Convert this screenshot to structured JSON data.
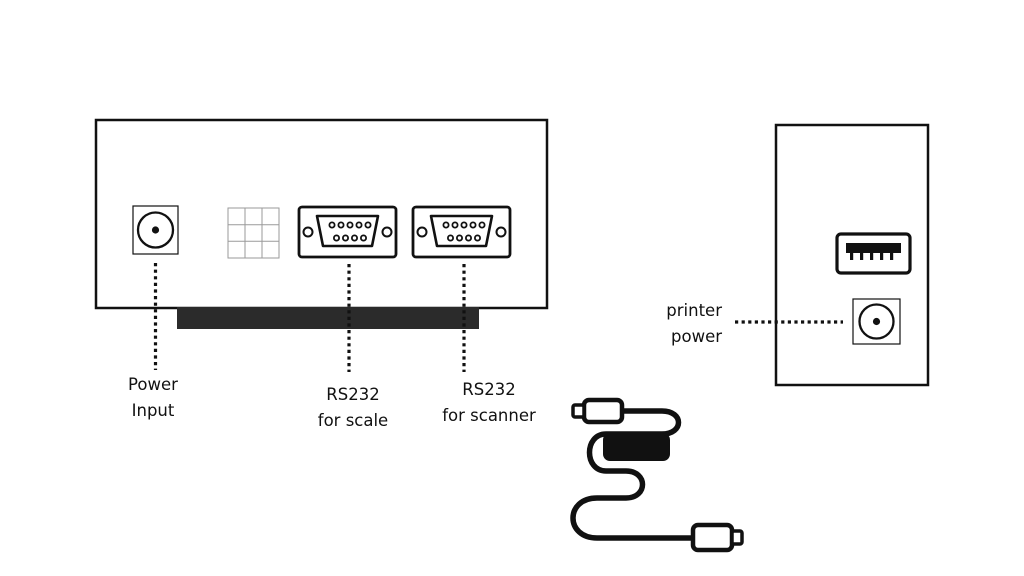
{
  "colors": {
    "stroke": "#111111",
    "background": "#ffffff",
    "grid": "#9a9a9a"
  },
  "icons": {
    "dc_jack": "dc-power-jack-icon",
    "rj_port": "grid-port-icon",
    "serial_port": "db9-serial-port-icon",
    "usb_port": "usb-port-icon",
    "cable": "usb-cable-icon"
  },
  "labels": {
    "power_input": {
      "line1": "Power",
      "line2": "Input"
    },
    "rs232_scale": {
      "line1": "RS232",
      "line2": "for scale"
    },
    "rs232_scanner": {
      "line1": "RS232",
      "line2": "for scanner"
    },
    "printer_power": {
      "line1": "printer",
      "line2": "power"
    }
  }
}
